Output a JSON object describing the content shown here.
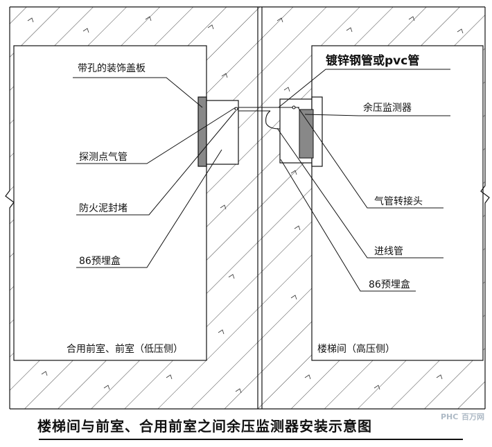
{
  "labels": {
    "cover_plate": "带孔的装饰盖板",
    "probe_tube": "探测点气管",
    "fire_mud": "防火泥封堵",
    "box_left": "86预埋盒",
    "pipe": "镀锌钢管或pvc管",
    "monitor": "余压监测器",
    "adapter": "气管转接头",
    "inlet": "进线管",
    "box_right": "86预埋盒"
  },
  "rooms": {
    "left": "合用前室、前室（低压侧）",
    "right": "楼梯间（高压侧）"
  },
  "caption": "楼梯间与前室、合用前室之间余压监测器安装示意图",
  "watermark": {
    "brand": "PHC",
    "site": "百万网"
  },
  "colors": {
    "line": "#111111",
    "plate": "#888888",
    "hatch": "#333333",
    "watermark": "#9aa9b8"
  }
}
